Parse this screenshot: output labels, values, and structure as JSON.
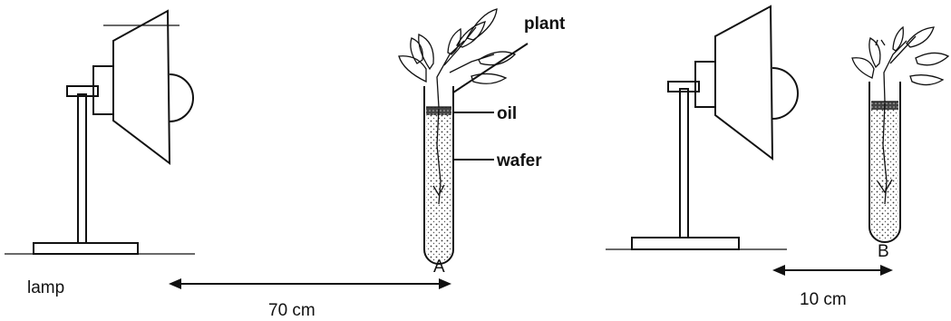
{
  "labels": {
    "plant": "plant",
    "oil": "oil",
    "water": "wafer",
    "lamp": "lamp",
    "tube_a": "A",
    "tube_b": "B",
    "distance_a": "70 cm",
    "distance_b": "10 cm"
  },
  "colors": {
    "ink": "#111111",
    "paper": "#ffffff"
  }
}
